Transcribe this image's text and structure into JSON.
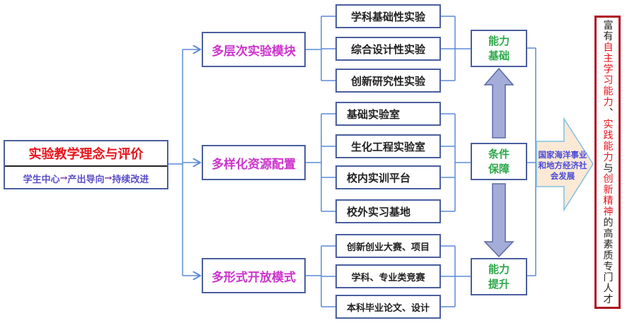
{
  "left_box": {
    "title": "实验教学理念与评价",
    "steps": [
      "学生中心",
      "产出导向",
      "持续改进"
    ],
    "arrow": "→"
  },
  "modules": [
    {
      "label": "多层次实验模块",
      "items": [
        "学科基础性实验",
        "综合设计性实验",
        "创新研究性实验"
      ],
      "capability": [
        "能力",
        "基础"
      ]
    },
    {
      "label": "多样化资源配置",
      "items": [
        "基础实验室",
        "生化工程实验室",
        "校内实训平台",
        "校外实习基地"
      ],
      "capability": [
        "条件",
        "保障"
      ]
    },
    {
      "label": "多形式开放模式",
      "items": [
        "创新创业大赛、项目",
        "学科、专业类竞赛",
        "本科毕业论文、设计"
      ],
      "capability": [
        "能力",
        "提升"
      ]
    }
  ],
  "goal_arrow": "国家海洋事业和地方经济社会发展",
  "outcome": [
    {
      "text": "富有",
      "highlight": false
    },
    {
      "text": "自主学习能力",
      "highlight": true
    },
    {
      "text": "、",
      "highlight": false
    },
    {
      "text": "实践能力",
      "highlight": true
    },
    {
      "text": "与",
      "highlight": false
    },
    {
      "text": "创新精神",
      "highlight": true
    },
    {
      "text": "的高素质专门人才",
      "highlight": false
    }
  ],
  "colors": {
    "line": "#5b8ad8",
    "border": "#4a5f9e",
    "module": "#cc33cc",
    "capability": "#2ea84a",
    "red": "#e8121a"
  }
}
